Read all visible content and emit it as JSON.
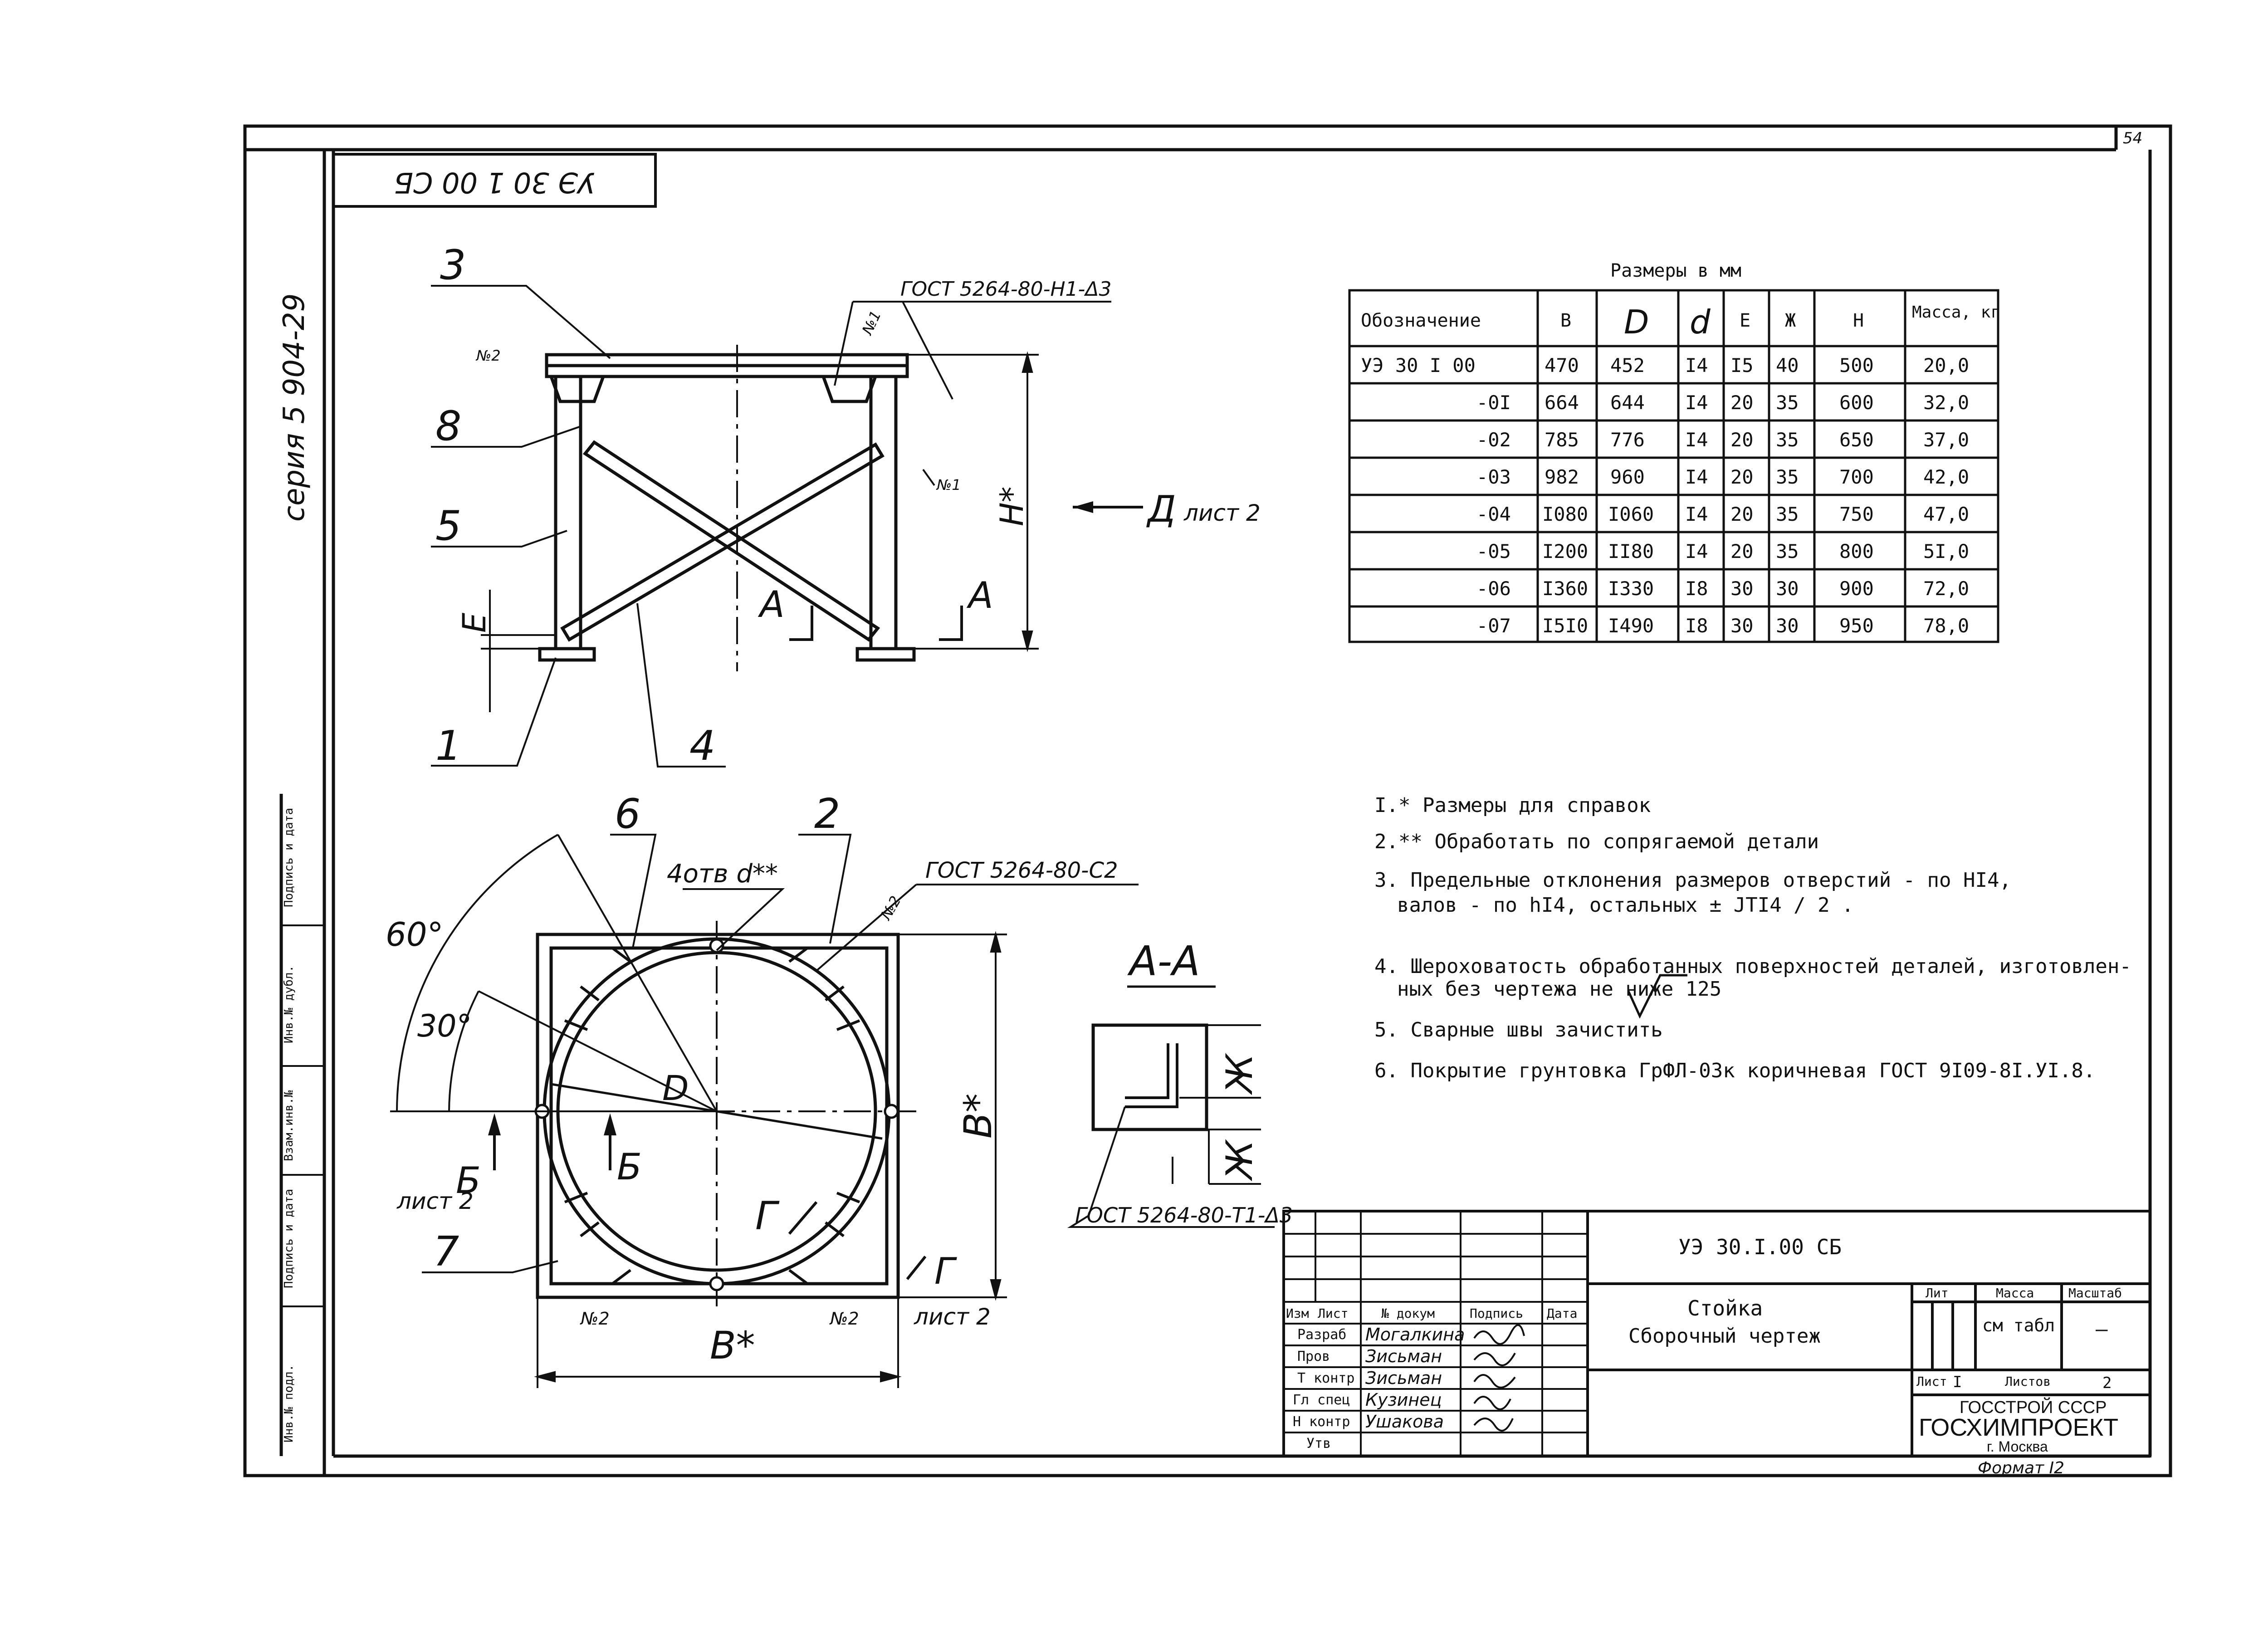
{
  "page": {
    "sheet_number": "54"
  },
  "stamp": {
    "rotated_code": "УЭ 30 1 00 СБ"
  },
  "side_label": "серия 5 904-29",
  "left_margin_labels": [
    "Подпись и дата",
    "Инв.№ дубл.",
    "Взам.инв.№",
    "Подпись и дата",
    "Инв.№ подл."
  ],
  "front_view": {
    "gost_top": "ГОСТ 5264-80-Н1-Δ3",
    "no1": "№1",
    "no1b": "№1",
    "no2": "№2",
    "callouts": [
      "3",
      "8",
      "5",
      "1",
      "4"
    ],
    "dim_h": "H*",
    "dim_e": "E",
    "section_a_left": "А",
    "section_a_right": "А",
    "view_d": "Д",
    "view_d_sheet": "лист 2"
  },
  "plan_view": {
    "callouts": [
      "6",
      "2",
      "7"
    ],
    "holes": "4отв d**",
    "gost_c2": "ГОСТ 5264-80-С2",
    "no2_top": "№2",
    "no2_left": "№2",
    "no2_right": "№2",
    "angle_60": "60°",
    "angle_30": "30°",
    "dim_d": "D",
    "dim_b_right": "В*",
    "dim_b_bottom": "В*",
    "sec_b": "Б",
    "sec_b2": "Б",
    "sec_b_sheet": "лист 2",
    "sec_g": "Г",
    "sec_g2": "Г",
    "sec_g_sheet": "лист 2"
  },
  "section_aa": {
    "title": "А-А",
    "dim_zh1": "Ж",
    "dim_zh2": "Ж",
    "gost_t1": "ГОСТ 5264-80-Т1-Δ3"
  },
  "dims_table": {
    "caption": "Размеры в мм",
    "headers": [
      "Обозначение",
      "В",
      "D",
      "d",
      "Е",
      "Ж",
      "Н",
      "Масса, кг"
    ],
    "rows": [
      [
        "УЭ 30 I 00",
        "470",
        "452",
        "I4",
        "I5",
        "40",
        "500",
        "20,0"
      ],
      [
        "-0I",
        "664",
        "644",
        "I4",
        "20",
        "35",
        "600",
        "32,0"
      ],
      [
        "-02",
        "785",
        "776",
        "I4",
        "20",
        "35",
        "650",
        "37,0"
      ],
      [
        "-03",
        "982",
        "960",
        "I4",
        "20",
        "35",
        "700",
        "42,0"
      ],
      [
        "-04",
        "I080",
        "I060",
        "I4",
        "20",
        "35",
        "750",
        "47,0"
      ],
      [
        "-05",
        "I200",
        "II80",
        "I4",
        "20",
        "35",
        "800",
        "5I,0"
      ],
      [
        "-06",
        "I360",
        "I330",
        "I8",
        "30",
        "30",
        "900",
        "72,0"
      ],
      [
        "-07",
        "I5I0",
        "I490",
        "I8",
        "30",
        "30",
        "950",
        "78,0"
      ]
    ]
  },
  "notes": [
    "I.* Размеры для справок",
    "2.** Обработать по сопрягаемой детали",
    "3. Предельные отклонения размеров  отверстий - по HI4,",
    "валов - по hI4, остальных ± JTI4 / 2 .",
    "4. Шероховатость обработанных поверхностей деталей, изготовлен-",
    "ных без чертежа не ниже 125",
    "5. Сварные швы зачистить",
    "6. Покрытие  грунтовка ГрФЛ-03к коричневая ГОСТ 9I09-8I.УI.8."
  ],
  "title_block": {
    "designation": "УЭ 30.I.00 СБ",
    "name_line1": "Стойка",
    "name_line2": "Сборочный чертеж",
    "col_headers": [
      "Изм",
      "Лист",
      "№ докум",
      "Подпись",
      "Дата"
    ],
    "roles": [
      "Разраб",
      "Пров",
      "Т контр",
      "Гл спец",
      "Н контр",
      "Утв"
    ],
    "names": [
      "Могалкина",
      "Зисьман",
      "Зисьман",
      "Кузинец",
      "Ушакова",
      ""
    ],
    "lit": "Лит",
    "mass_label": "Масса",
    "mass_value": "см табл",
    "scale_label": "Масштаб",
    "scale_value": "—",
    "sheet_label": "Лист",
    "sheet_value": "I",
    "sheets_label": "Листов",
    "sheets_value": "2",
    "org1": "ГОССТРОЙ СССР",
    "org2": "ГОСХИМПРОЕКТ",
    "org3": "г. Москва",
    "format": "Формат I2"
  }
}
